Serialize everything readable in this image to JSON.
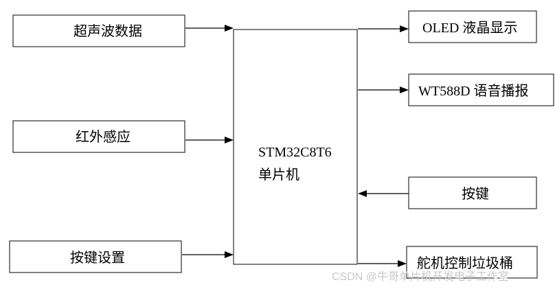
{
  "diagram": {
    "mcu": {
      "line1": "STM32C8T6",
      "line2": "单片机"
    },
    "inputs": [
      {
        "label": "超声波数据"
      },
      {
        "label": "红外感应"
      },
      {
        "label": "按键设置"
      }
    ],
    "outputs": [
      {
        "label": "OLED 液晶显示"
      },
      {
        "label": "WT588D 语音播报"
      },
      {
        "label": "按键"
      },
      {
        "label": "舵机控制垃圾桶"
      }
    ]
  },
  "watermark": "CSDN @牛哥单片机开发电子工作室"
}
